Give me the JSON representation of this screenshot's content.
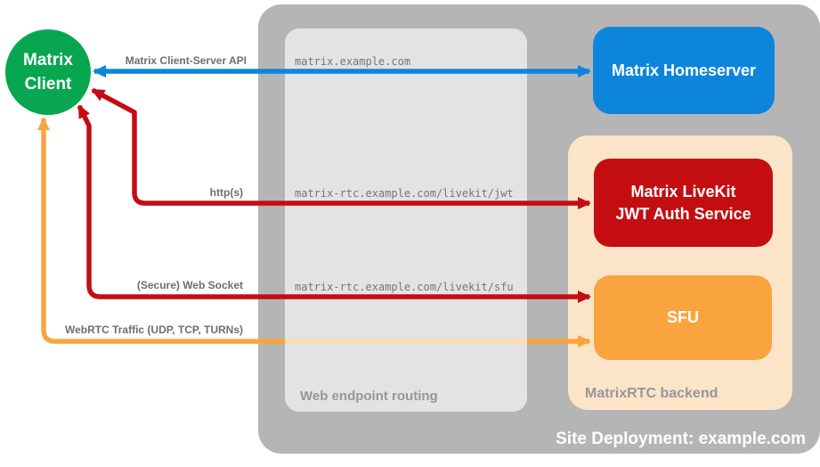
{
  "diagram_title": "Site Deployment: example.com",
  "colors": {
    "client_green": "#09a651",
    "homeserver_blue": "#0d85dc",
    "livekit_red": "#c40d11",
    "sfu_orange": "#f9a43f",
    "backend_peach": "#fce4c9",
    "site_gray": "#b5b5b5"
  },
  "nodes": {
    "client": {
      "line1": "Matrix",
      "line2": "Client"
    },
    "homeserver": {
      "label": "Matrix Homeserver"
    },
    "jwt": {
      "line1": "Matrix LiveKit",
      "line2": "JWT Auth Service"
    },
    "sfu": {
      "label": "SFU"
    }
  },
  "groups": {
    "site": {
      "label": "Site Deployment: example.com"
    },
    "routing": {
      "label": "Web endpoint routing"
    },
    "backend": {
      "label": "MatrixRTC backend"
    }
  },
  "connections": [
    {
      "label": "Matrix Client-Server API",
      "endpoint": "matrix.example.com",
      "from": "Matrix Client",
      "to": "Matrix Homeserver",
      "color": "#0d85dc",
      "bidirectional": true
    },
    {
      "label": "http(s)",
      "endpoint": "matrix-rtc.example.com/livekit/jwt",
      "from": "Matrix Client",
      "to": "Matrix LiveKit JWT Auth Service",
      "color": "#c40d11",
      "bidirectional": true
    },
    {
      "label": "(Secure) Web Socket",
      "endpoint": "matrix-rtc.example.com/livekit/sfu",
      "from": "Matrix Client",
      "to": "SFU",
      "color": "#c40d11",
      "bidirectional": true
    },
    {
      "label": "WebRTC Traffic (UDP, TCP, TURNs)",
      "from": "Matrix Client",
      "to": "SFU",
      "color": "#f9a43f",
      "bidirectional": true
    }
  ]
}
